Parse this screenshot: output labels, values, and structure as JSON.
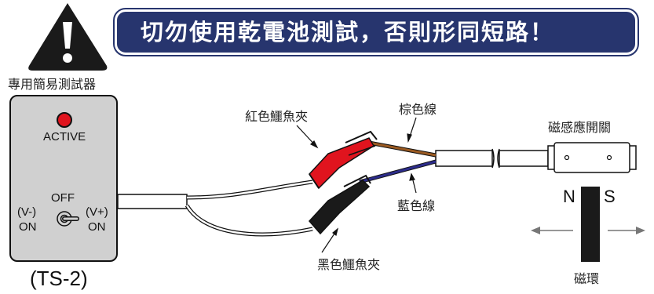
{
  "warning_text": "切勿使用乾電池測試，否則形同短路！",
  "tester": {
    "title": "專用簡易測試器",
    "active_label": "ACTIVE",
    "off_label": "OFF",
    "left_polarity": "(V-)",
    "left_on": "ON",
    "right_polarity": "(V+)",
    "right_on": "ON",
    "model": "(TS-2)"
  },
  "wires": {
    "red_clip": "紅色鱷魚夾",
    "brown_wire": "棕色線",
    "blue_wire": "藍色線",
    "black_clip": "黑色鱷魚夾"
  },
  "switch": {
    "title": "磁感應開關"
  },
  "magnet": {
    "n_label": "N",
    "s_label": "S",
    "name": "磁環"
  },
  "colors": {
    "banner": "#27356e",
    "warning_triangle": "#1a1a1a",
    "led": "#e0141e",
    "red_clip": "#e0141e",
    "black_clip": "#1a1a1a",
    "brown_wire": "#9a5a22",
    "blue_wire": "#2c2c8a",
    "tester_panel": "#d0d0d0"
  }
}
